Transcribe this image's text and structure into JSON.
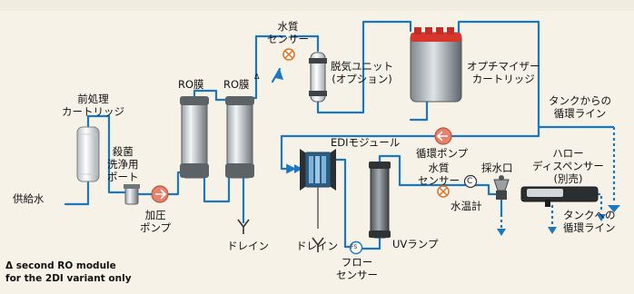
{
  "labels": {
    "feed_water": "供給水",
    "pretreat_line1": "前処理",
    "pretreat_line2": "カートリッジ",
    "steril_line1": "殺菌",
    "steril_line2": "洗浄用",
    "steril_line3": "ポート",
    "pump_pressure_line1": "加圧",
    "pump_pressure_line2": "ポンプ",
    "ro1": "RO膜",
    "ro2": "RO膜",
    "ro2_mark": "Δ",
    "quality_sensor1_line1": "水質",
    "quality_sensor1_line2": "センサー",
    "degas_line1": "脱気ユニット",
    "degas_line2": "(オプション)",
    "optimizer_line1": "オプチマイザー",
    "optimizer_line2": "カートリッジ",
    "return_tank_line1": "タンクからの",
    "return_tank_line2": "循環ライン",
    "circ_pump": "循環ポンプ",
    "edi": "EDIモジュール",
    "quality_sensor2_line1": "水質",
    "quality_sensor2_line2": "センサー",
    "sampling": "採水口",
    "temp_meter": "水温計",
    "dispenser_line1": "ハロー",
    "dispenser_line2": "ディスペンサー",
    "dispenser_line3": "(別売)",
    "to_tank_line1": "タンクへの",
    "to_tank_line2": "循環ライン",
    "uv": "UVランプ",
    "flow_sensor_line1": "フロー",
    "flow_sensor_line2": "センサー",
    "flow_sensor_symbol": "FS",
    "temp_symbol": "C",
    "drain1": "ドレイン",
    "drain2": "ドレイン",
    "footnote_line1": "Δ second RO module",
    "footnote_line2": "for the 2DI variant only"
  },
  "colors": {
    "pipe": "#1a78c2",
    "pump": "#e8806a",
    "sensor": "#e2701f",
    "background": "#f6f2e8"
  }
}
